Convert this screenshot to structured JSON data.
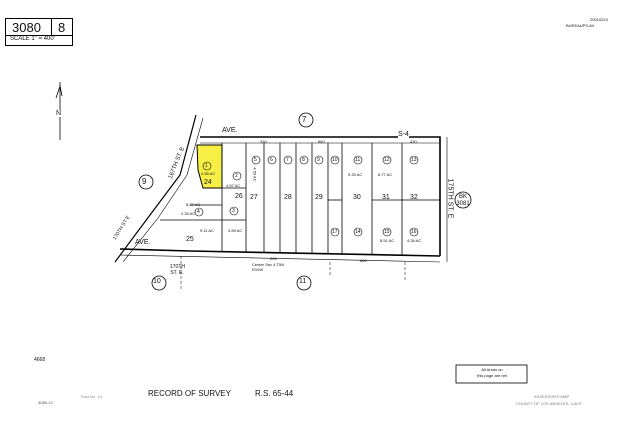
{
  "sheet": {
    "book": "3080",
    "page": "8",
    "scale_label": "SCALE 1\" = 400'",
    "top_right_codes": [
      "20010224",
      "BUREAUPS-84"
    ]
  },
  "map_labels": {
    "north": "N",
    "ave_top": "AVE.",
    "ave_bottom": "AVE.",
    "street_diag": "167TH ST. E",
    "street_170": "170TH ST. E.",
    "street_175": "175TH ST. E",
    "street_diag2": "170TH ST E",
    "code_s4": "S-4",
    "book_ref": "BK 3081",
    "center_note": "Center Sec 4 T5N R10W"
  },
  "circled": [
    "7",
    "9",
    "10",
    "11"
  ],
  "lots": [
    "24",
    "25",
    "26",
    "27",
    "28",
    "29",
    "30",
    "31",
    "32"
  ],
  "parcels": [
    "1",
    "2",
    "3",
    "4",
    "5",
    "6",
    "7",
    "8",
    "9",
    "10",
    "11",
    "12",
    "13",
    "14",
    "15",
    "16",
    "17"
  ],
  "highlight_label": "4.55 AC",
  "area_notes": [
    "4.55 AC",
    "4.57 AC",
    "4.59 AC",
    "8.27 AC",
    "9.11 AC",
    "2.25 AC",
    "4.59 AC",
    "9.33 AC",
    "6.77 AC",
    "8.51 AC",
    "4.26 AC"
  ],
  "dims": [
    "330",
    "660",
    "430",
    "200",
    "660"
  ],
  "notes": {
    "left_code": "4668",
    "left_code2": "3085-12",
    "left_faint": "Tract No. 14",
    "all_areas_1": "All Areas on",
    "all_areas_2": "this page are net"
  },
  "footer": {
    "record": "RECORD OF SURVEY",
    "rs": "R.S. 65-44",
    "assessor_1": "ASSESSOR'S MAP",
    "assessor_2": "COUNTY OF LOS ANGELES, CALIF."
  }
}
